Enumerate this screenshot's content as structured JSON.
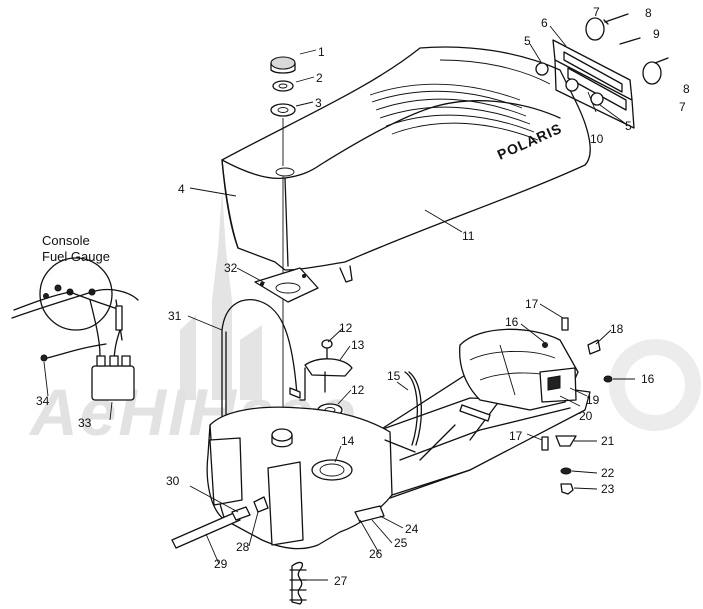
{
  "diagram": {
    "console_caption_line1": "Console",
    "console_caption_line2": "Fuel Gauge",
    "brand_text": "POLARIS",
    "watermark_text": "AeHIHaeo",
    "callouts": {
      "c1": "1",
      "c2": "2",
      "c3": "3",
      "c4": "4",
      "c5a": "5",
      "c5b": "5",
      "c6": "6",
      "c7a": "7",
      "c7b": "7",
      "c8a": "8",
      "c8b": "8",
      "c9": "9",
      "c10": "10",
      "c11": "11",
      "c12a": "12",
      "c12b": "12",
      "c13": "13",
      "c14": "14",
      "c15": "15",
      "c16a": "16",
      "c16b": "16",
      "c17a": "17",
      "c17b": "17",
      "c18": "18",
      "c19": "19",
      "c20": "20",
      "c21": "21",
      "c22": "22",
      "c23": "23",
      "c24": "24",
      "c25": "25",
      "c26": "26",
      "c27": "27",
      "c28": "28",
      "c29": "29",
      "c30": "30",
      "c31": "31",
      "c32": "32",
      "c33": "33",
      "c34": "34"
    }
  }
}
